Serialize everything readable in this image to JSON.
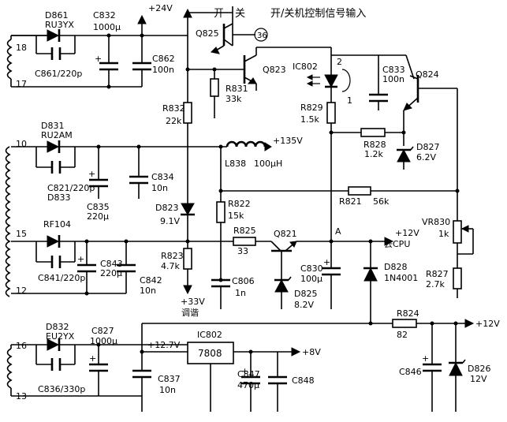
{
  "nodes": {
    "plus24": "+24V",
    "plus135": "+135V",
    "plus12_cpu": "+12V",
    "to_cpu": "去CPU",
    "node_a": "A",
    "plus33": "+33V",
    "tuning": "调谐",
    "plus12_7": "+12.7V",
    "plus8": "+8V",
    "plus12_out": "+12V"
  },
  "signal": {
    "switch_open": "开",
    "switch_close": "关",
    "input_label": "开/关机控制信号输入",
    "circle_pin": "36"
  },
  "pins": [
    "18",
    "17",
    "10",
    "15",
    "12",
    "16",
    "13",
    "2",
    "1"
  ],
  "components": {
    "D861": {
      "ref": "D861",
      "value": "RU3YX"
    },
    "C861": {
      "ref": "C861/220p"
    },
    "C832": {
      "ref": "C832",
      "value": "1000µ"
    },
    "C862": {
      "ref": "C862",
      "value": "100n"
    },
    "Q825": {
      "ref": "Q825"
    },
    "Q823": {
      "ref": "Q823"
    },
    "R831": {
      "ref": "R831",
      "value": "33k"
    },
    "R832": {
      "ref": "R832",
      "value": "22k"
    },
    "IC802a": {
      "ref": "IC802"
    },
    "C833": {
      "ref": "C833",
      "value": "100n"
    },
    "Q824": {
      "ref": "Q824"
    },
    "R829": {
      "ref": "R829",
      "value": "1.5k"
    },
    "R828": {
      "ref": "R828",
      "value": "1.2k"
    },
    "D827": {
      "ref": "D827",
      "value": "6.2V"
    },
    "D831": {
      "ref": "D831",
      "value": "RU2AM"
    },
    "C821": {
      "ref": "C821/220p"
    },
    "D833": {
      "ref": "D833"
    },
    "C835": {
      "ref": "C835",
      "value": "220µ"
    },
    "C834": {
      "ref": "C834",
      "value": "10n"
    },
    "L838": {
      "ref": "L838",
      "value": "100µH"
    },
    "R822": {
      "ref": "R822",
      "value": "15k"
    },
    "R821": {
      "ref": "R821",
      "value": "56k"
    },
    "D823": {
      "ref": "D823",
      "value": "9.1V"
    },
    "VR830": {
      "ref": "VR830",
      "value": "1k"
    },
    "RF104": {
      "ref": "RF104"
    },
    "C841": {
      "ref": "C841/220p"
    },
    "C843": {
      "ref": "C843",
      "value": "220µ"
    },
    "C842": {
      "ref": "C842",
      "value": "10n"
    },
    "R825": {
      "ref": "R825",
      "value": "33"
    },
    "Q821": {
      "ref": "Q821"
    },
    "R823": {
      "ref": "R823",
      "value": "4.7k"
    },
    "C806": {
      "ref": "C806",
      "value": "1n"
    },
    "C830": {
      "ref": "C830",
      "value": "100µ"
    },
    "D825": {
      "ref": "D825",
      "value": "8.2V"
    },
    "D828": {
      "ref": "D828",
      "value": "1N4001"
    },
    "R827": {
      "ref": "R827",
      "value": "2.7k"
    },
    "D832": {
      "ref": "D832",
      "value": "EU2YX"
    },
    "C836": {
      "ref": "C836/330p"
    },
    "C827": {
      "ref": "C827",
      "value": "1000µ"
    },
    "C837": {
      "ref": "C837",
      "value": "10n"
    },
    "IC802b": {
      "ref": "IC802",
      "value": "7808"
    },
    "C847": {
      "ref": "C847",
      "value": "470µ"
    },
    "C848": {
      "ref": "C848"
    },
    "R824": {
      "ref": "R824",
      "value": "82"
    },
    "C846": {
      "ref": "C846"
    },
    "D826": {
      "ref": "D826",
      "value": "12V"
    }
  }
}
